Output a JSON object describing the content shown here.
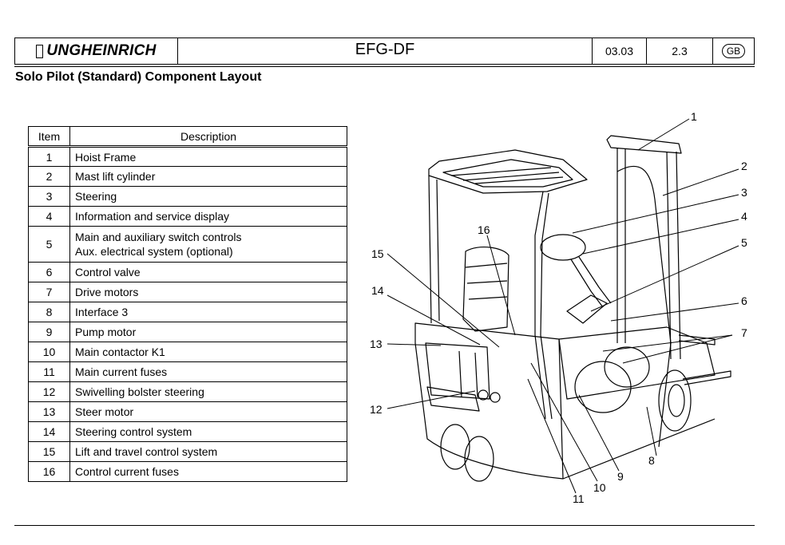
{
  "header": {
    "brand": "UNGHEINRICH",
    "model": "EFG-DF",
    "date": "03.03",
    "section": "2.3",
    "language": "GB"
  },
  "page_title": "Solo Pilot (Standard) Component Layout",
  "table": {
    "columns": [
      "Item",
      "Description"
    ],
    "rows": [
      {
        "item": "1",
        "description": [
          "Hoist Frame"
        ]
      },
      {
        "item": "2",
        "description": [
          "Mast lift cylinder"
        ]
      },
      {
        "item": "3",
        "description": [
          "Steering"
        ]
      },
      {
        "item": "4",
        "description": [
          "Information and service display"
        ]
      },
      {
        "item": "5",
        "description": [
          "Main and auxiliary switch controls",
          "Aux. electrical system (optional)"
        ]
      },
      {
        "item": "6",
        "description": [
          "Control valve"
        ]
      },
      {
        "item": "7",
        "description": [
          "Drive motors"
        ]
      },
      {
        "item": "8",
        "description": [
          "Interface 3"
        ]
      },
      {
        "item": "9",
        "description": [
          "Pump motor"
        ]
      },
      {
        "item": "10",
        "description": [
          "Main contactor K1"
        ]
      },
      {
        "item": "11",
        "description": [
          "Main current fuses"
        ]
      },
      {
        "item": "12",
        "description": [
          "Swivelling bolster steering"
        ]
      },
      {
        "item": "13",
        "description": [
          "Steer motor"
        ]
      },
      {
        "item": "14",
        "description": [
          "Steering control system"
        ]
      },
      {
        "item": "15",
        "description": [
          "Lift and travel control system"
        ]
      },
      {
        "item": "16",
        "description": [
          "Control current fuses"
        ]
      }
    ]
  },
  "figure": {
    "subject": "forklift-truck-component-diagram",
    "callouts": [
      "1",
      "2",
      "3",
      "4",
      "5",
      "6",
      "7",
      "8",
      "9",
      "10",
      "11",
      "12",
      "13",
      "14",
      "15",
      "16"
    ]
  }
}
